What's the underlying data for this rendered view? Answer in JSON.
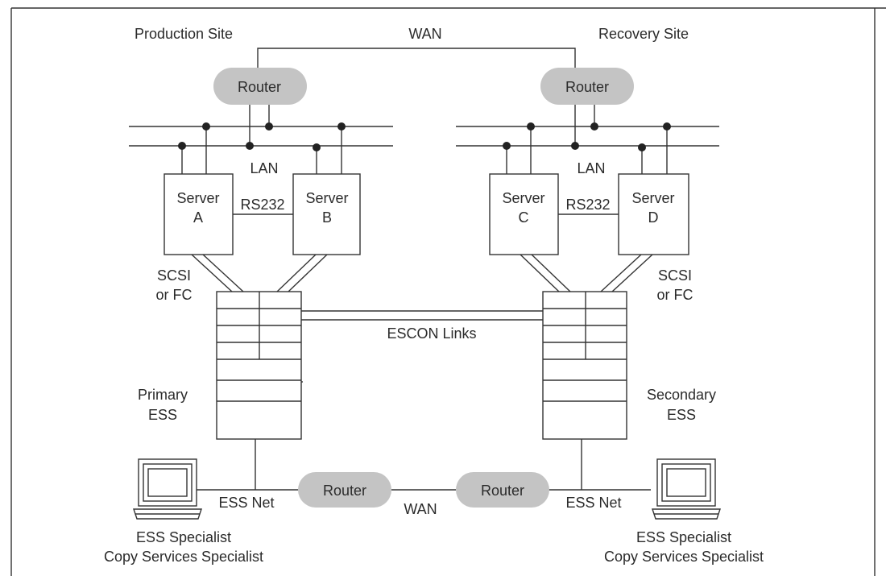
{
  "sites": {
    "production": "Production Site",
    "recovery": "Recovery Site"
  },
  "wan_top": "WAN",
  "wan_bottom": "WAN",
  "routers": {
    "top_left": "Router",
    "top_right": "Router",
    "bottom_left": "Router",
    "bottom_right": "Router"
  },
  "lan_left": "LAN",
  "lan_right": "LAN",
  "servers": {
    "a": [
      "Server",
      "A"
    ],
    "b": [
      "Server",
      "B"
    ],
    "c": [
      "Server",
      "C"
    ],
    "d": [
      "Server",
      "D"
    ]
  },
  "rs232_left": "RS232",
  "rs232_right": "RS232",
  "scsi_left": [
    "SCSI",
    "or FC"
  ],
  "scsi_right": [
    "SCSI",
    "or FC"
  ],
  "escon_links": "ESCON Links",
  "primary_ess": [
    "Primary",
    "ESS"
  ],
  "secondary_ess": [
    "Secondary",
    "ESS"
  ],
  "ess_net_left": "ESS Net",
  "ess_net_right": "ESS Net",
  "specialist_left": [
    "ESS Specialist",
    "Copy Services Specialist"
  ],
  "specialist_right": [
    "ESS Specialist",
    "Copy Services Specialist"
  ],
  "icons": {
    "workstation": "computer-workstation-icon"
  }
}
